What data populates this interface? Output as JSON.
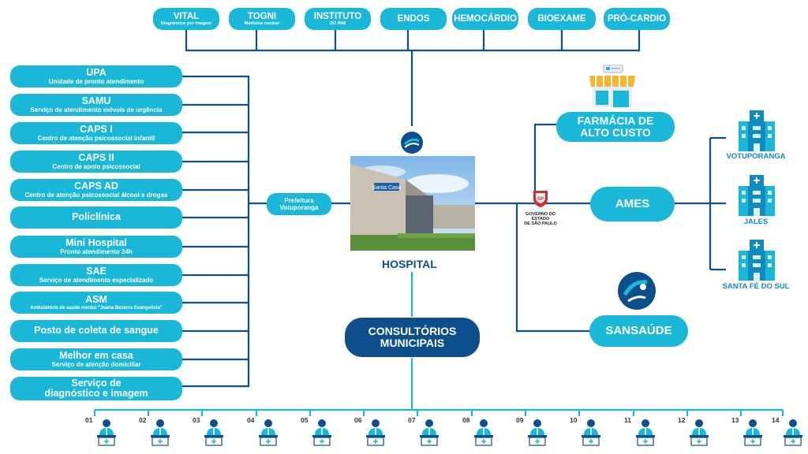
{
  "top_providers": [
    {
      "name": "VITAL",
      "sub": "Diagnóstico por imagem"
    },
    {
      "name": "TOGNI",
      "sub": "Medicina nuclear"
    },
    {
      "name": "INSTITUTO",
      "sub": "DO RIM"
    },
    {
      "name": "ENDOS",
      "sub": ""
    },
    {
      "name": "HEMOCÁRDIO",
      "sub": ""
    },
    {
      "name": "BIOEXAME",
      "sub": ""
    },
    {
      "name": "PRÓ-CARDIO",
      "sub": ""
    }
  ],
  "services": [
    {
      "name": "UPA",
      "sub": "Unidade de pronto atendimento"
    },
    {
      "name": "SAMU",
      "sub": "Serviço de atendimento móveis de urgência"
    },
    {
      "name": "CAPS I",
      "sub": "Centro de atenção psicossocial infantil"
    },
    {
      "name": "CAPS II",
      "sub": "Centro de apoio psicossocial"
    },
    {
      "name": "CAPS AD",
      "sub": "Centro de atenção psicossocial álcool e drogas"
    },
    {
      "name": "Policlínica",
      "sub": ""
    },
    {
      "name": "Mini Hospital",
      "sub": "Pronto atendimento 24h"
    },
    {
      "name": "SAE",
      "sub": "Serviço de atendimento especializado"
    },
    {
      "name": "ASM",
      "sub": "Ambulatório de saúde mental \"Joana Bezerra Evangelista\""
    },
    {
      "name": "Posto de coleta de sangue",
      "sub": ""
    },
    {
      "name": "Melhor em casa",
      "sub": "Serviço de atenção domiciliar"
    },
    {
      "name": "Serviço de\ndiagnóstico e imagem",
      "sub": ""
    }
  ],
  "prefeitura": "Prefeitura\nVotuporanga",
  "hospital": {
    "label": "HOSPITAL",
    "sign": "Santa Casa"
  },
  "farmacia": "FARMÁCIA DE\nALTO CUSTO",
  "governo": "GOVERNO DO ESTADO\nDE SÃO PAULO",
  "ames": "AMES",
  "sansaude": "SANSAÚDE",
  "consultorios": "CONSULTÓRIOS\nMUNICIPAIS",
  "ames_units": [
    "VOTUPORANGA",
    "JALES",
    "SANTA FÉ DO SUL"
  ],
  "consultorio_numbers": [
    "01",
    "02",
    "03",
    "04",
    "05",
    "06",
    "07",
    "08",
    "09",
    "10",
    "11",
    "12",
    "13",
    "14"
  ],
  "colors": {
    "cyan": "#19b8d8",
    "navy": "#0c4f8c",
    "line": "#0c4f8c",
    "line_light": "#19b8d8"
  }
}
